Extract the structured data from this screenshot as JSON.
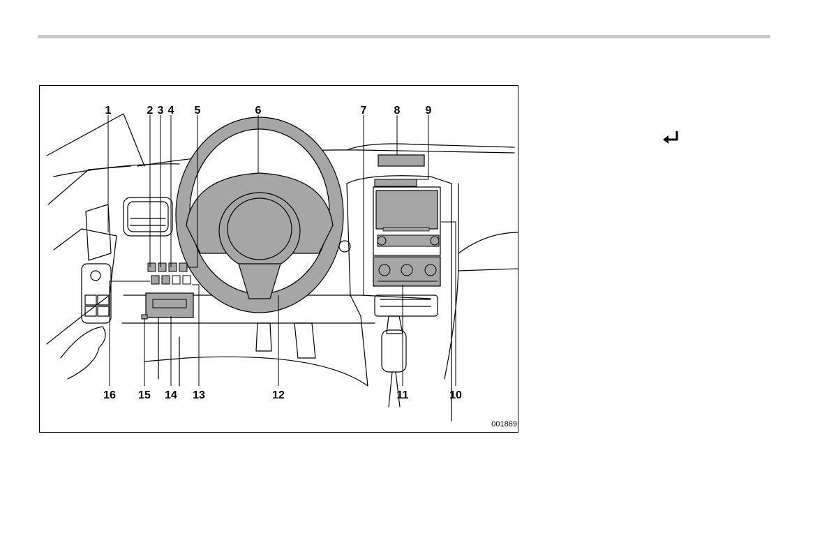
{
  "figure": {
    "code": "001869",
    "callouts": [
      "1",
      "2",
      "3",
      "4",
      "5",
      "6",
      "7",
      "8",
      "9",
      "10",
      "11",
      "12",
      "13",
      "14",
      "15",
      "16"
    ]
  },
  "icons": {
    "return_icon": "return-arrow-icon"
  },
  "colors": {
    "rule": "#c8c8c8",
    "highlight": "#a6a6a6",
    "line": "#000000"
  }
}
